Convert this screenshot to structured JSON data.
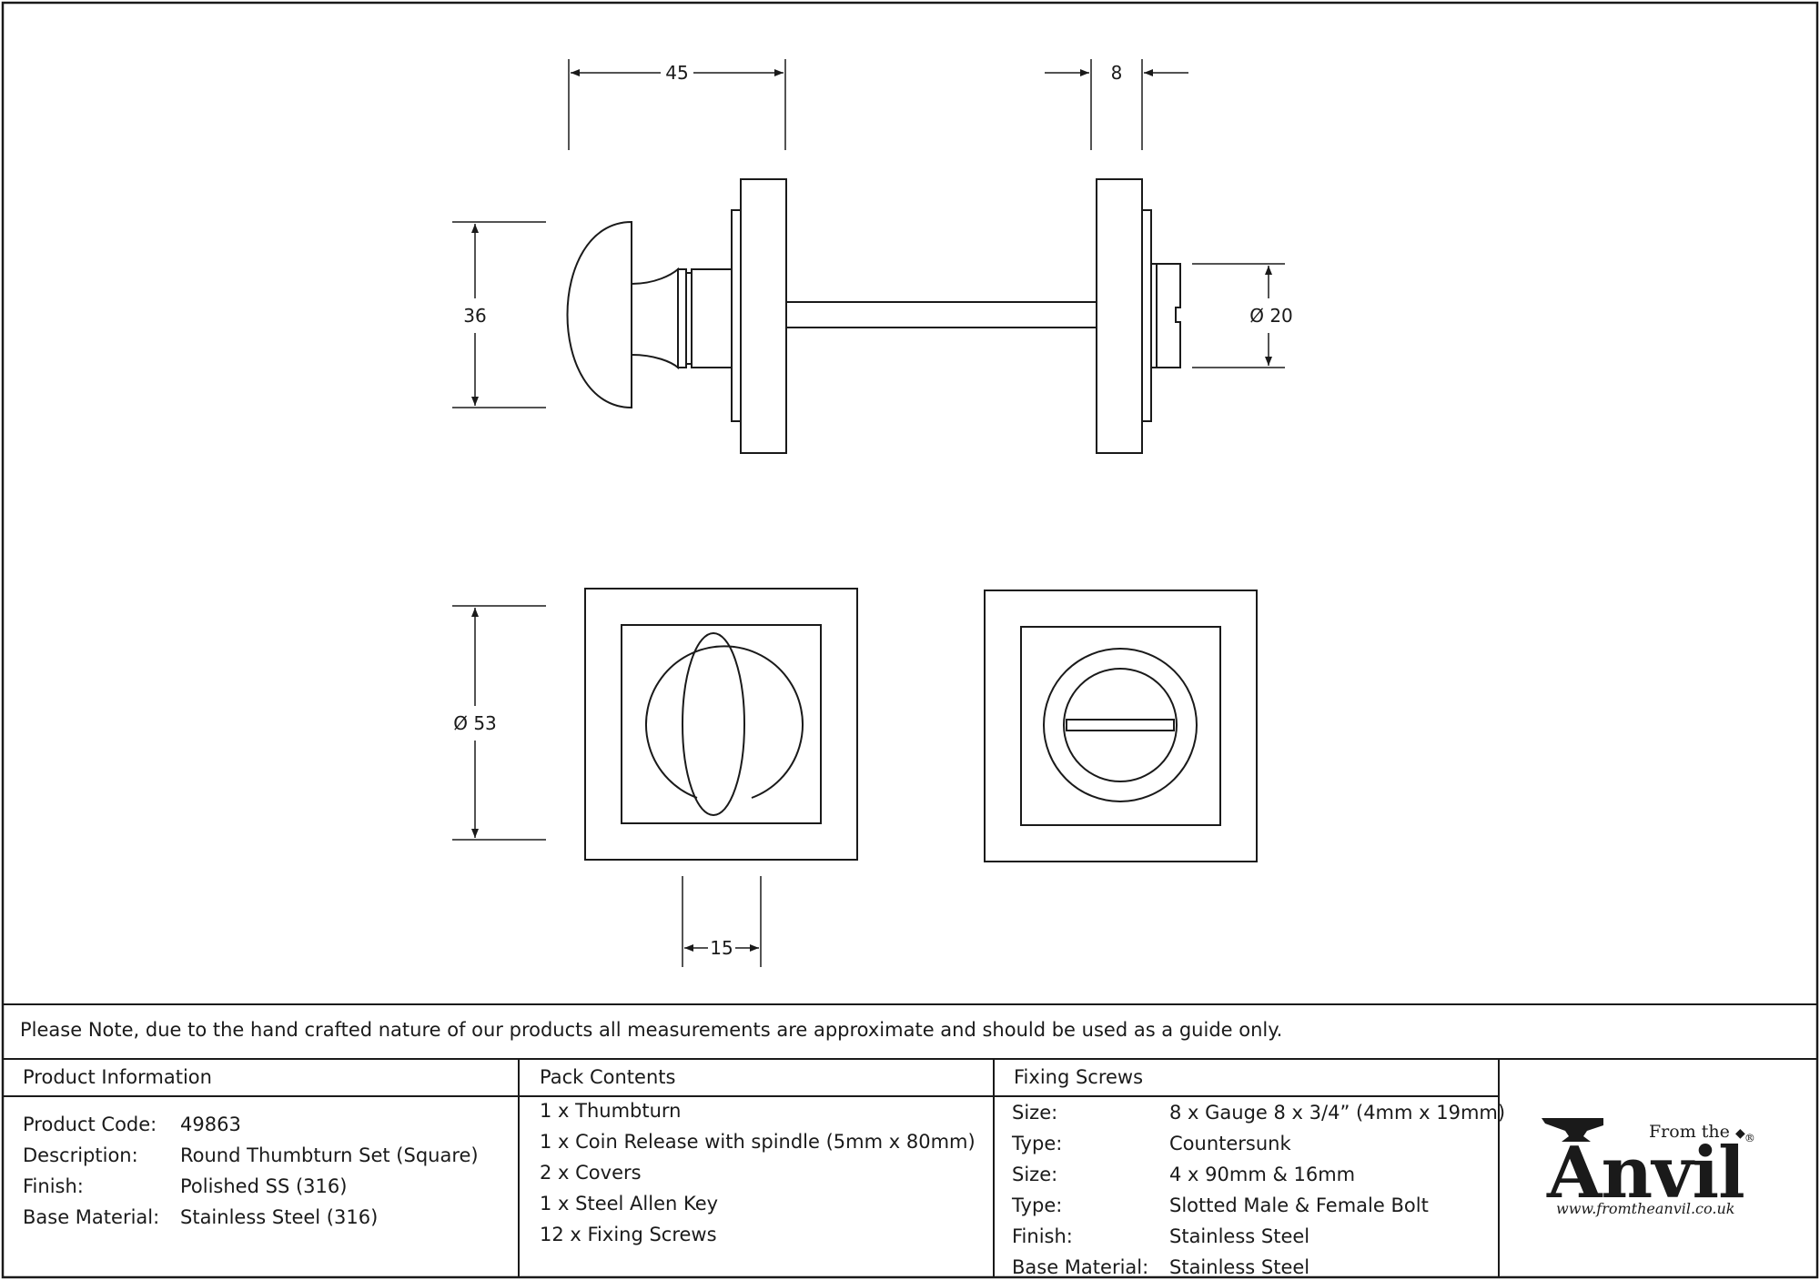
{
  "drawing": {
    "dim_45": "45",
    "dim_8": "8",
    "dim_36": "36",
    "dim_20": "Ø 20",
    "dim_53": "Ø 53",
    "dim_15": "15"
  },
  "note": "Please Note, due to the hand crafted nature of our products all measurements are approximate and should be used as a guide only.",
  "product_info": {
    "heading": "Product Information",
    "rows": [
      {
        "label": "Product Code:",
        "value": "49863"
      },
      {
        "label": "Description:",
        "value": "Round Thumbturn Set (Square)"
      },
      {
        "label": "Finish:",
        "value": "Polished SS (316)"
      },
      {
        "label": "Base Material:",
        "value": "Stainless Steel (316)"
      }
    ]
  },
  "pack_contents": {
    "heading": "Pack Contents",
    "items": [
      "1 x Thumbturn",
      "1 x Coin Release with spindle (5mm x 80mm)",
      "2 x Covers",
      "1 x Steel Allen Key",
      "12 x Fixing Screws"
    ]
  },
  "fixing_screws": {
    "heading": "Fixing Screws",
    "rows": [
      {
        "label": "Size:",
        "value": "8 x Gauge 8 x 3/4” (4mm x 19mm)"
      },
      {
        "label": "Type:",
        "value": "Countersunk"
      },
      {
        "label": "Size:",
        "value": "4 x 90mm & 16mm"
      },
      {
        "label": "Type:",
        "value": "Slotted Male & Female Bolt"
      },
      {
        "label": "Finish:",
        "value": "Stainless Steel"
      },
      {
        "label": "Base Material:",
        "value": "Stainless Steel"
      }
    ]
  },
  "logo": {
    "from_the": "From the",
    "anvil": "Anvil",
    "registered": "®",
    "url": "www.fromtheanvil.co.uk"
  }
}
